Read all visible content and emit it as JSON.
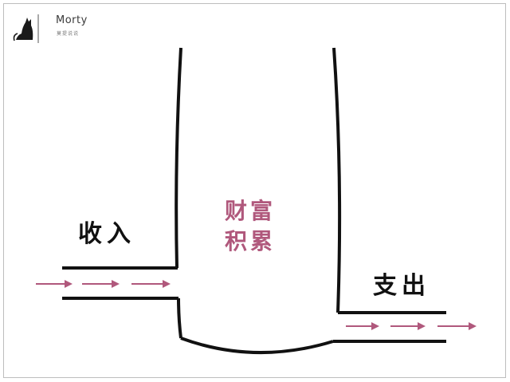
{
  "logo": {
    "name": "Morty",
    "subtitle": "莫提说说",
    "icon": "cat-icon"
  },
  "labels": {
    "income": "收入",
    "expense": "支出",
    "center_line1": "财富",
    "center_line2": "积累"
  },
  "colors": {
    "arrow": "#b0587c",
    "center_text": "#b0587c",
    "lines": "#111111"
  }
}
